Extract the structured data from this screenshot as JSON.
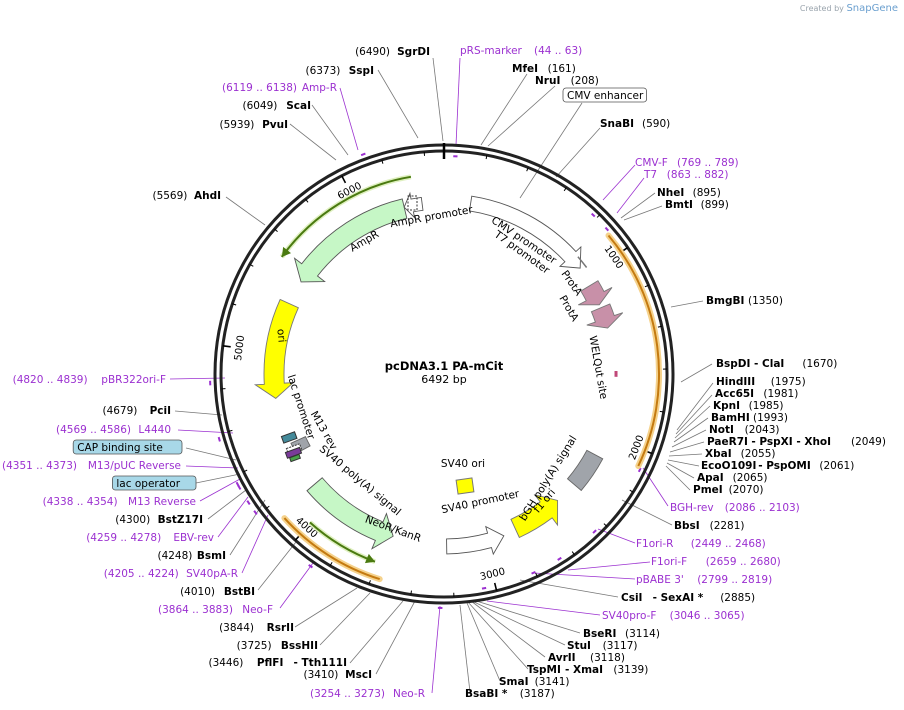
{
  "credit": {
    "prefix": "Created by",
    "brand": "SnapGene"
  },
  "plasmid": {
    "name": "pcDNA3.1 PA-mCit",
    "size": "6492 bp",
    "length": 6492
  },
  "ticks": [
    "1000",
    "2000",
    "3000",
    "4000",
    "5000",
    "6000"
  ],
  "sites": [
    {
      "pos": "(6490)",
      "name": "SgrDI"
    },
    {
      "range": "",
      "name": "pRS-marker",
      "primer": true,
      "r": "(44 .. 63)"
    },
    {
      "name": "MfeI",
      "pos": "(161)"
    },
    {
      "name": "NruI",
      "pos": "(208)"
    },
    {
      "name": "CMV enhancer",
      "boxed": true
    },
    {
      "name": "SnaBI",
      "pos": "(590)"
    },
    {
      "name": "CMV-F",
      "primer": true,
      "r": "(769 .. 789)"
    },
    {
      "name": "T7",
      "primer": true,
      "r": "(863 .. 882)"
    },
    {
      "name": "NheI",
      "pos": "(895)"
    },
    {
      "name": "BmtI",
      "pos": "(899)"
    },
    {
      "name": "BmgBI",
      "pos": "(1350)"
    },
    {
      "name": "BspDI",
      "name2": "- ClaI",
      "pos": "(1670)"
    },
    {
      "name": "HindIII",
      "pos": "(1975)"
    },
    {
      "name": "Acc65I",
      "pos": "(1981)"
    },
    {
      "name": "KpnI",
      "pos": "(1985)"
    },
    {
      "name": "BamHI",
      "pos": "(1993)"
    },
    {
      "name": "NotI",
      "pos": "(2043)"
    },
    {
      "name": "PaeR7I",
      "name2": "- PspXI - XhoI",
      "pos": "(2049)"
    },
    {
      "name": "XbaI",
      "pos": "(2055)"
    },
    {
      "name": "EcoO109I",
      "name2": "- PspOMI",
      "pos": "(2061)"
    },
    {
      "name": "ApaI",
      "pos": "(2065)"
    },
    {
      "name": "PmeI",
      "pos": "(2070)"
    },
    {
      "name": "BGH-rev",
      "primer": true,
      "r": "(2086 .. 2103)"
    },
    {
      "name": "BbsI",
      "pos": "(2281)"
    },
    {
      "name": "F1ori-R",
      "primer": true,
      "r": "(2449 .. 2468)"
    },
    {
      "name": "F1ori-F",
      "primer": true,
      "r": "(2659 .. 2680)"
    },
    {
      "name": "pBABE 3'",
      "primer": true,
      "r": "(2799 .. 2819)"
    },
    {
      "name": "CsiI",
      "name2": "- SexAI *",
      "pos": "(2885)"
    },
    {
      "name": "SV40pro-F",
      "primer": true,
      "r": "(3046 .. 3065)"
    },
    {
      "name": "BseRI",
      "pos": "(3114)"
    },
    {
      "name": "StuI",
      "pos": "(3117)"
    },
    {
      "name": "AvrII",
      "pos": "(3118)"
    },
    {
      "name": "TspMI",
      "name2": "- XmaI",
      "pos": "(3139)"
    },
    {
      "name": "SmaI",
      "pos": "(3141)"
    },
    {
      "name": "BsaBI *",
      "pos": "(3187)"
    },
    {
      "name": "Neo-R",
      "primer": true,
      "r": "(3254 .. 3273)"
    },
    {
      "name": "MscI",
      "pos": "(3410)"
    },
    {
      "name": "PflFI",
      "name2": "- Tth111I",
      "pos": "(3446)"
    },
    {
      "name": "BssHII",
      "pos": "(3725)"
    },
    {
      "name": "RsrII",
      "pos": "(3844)"
    },
    {
      "name": "Neo-F",
      "primer": true,
      "r": "(3864 .. 3883)"
    },
    {
      "name": "BstBI",
      "pos": "(4010)"
    },
    {
      "name": "SV40pA-R",
      "primer": true,
      "r": "(4205 .. 4224)"
    },
    {
      "name": "BsmI",
      "pos": "(4248)"
    },
    {
      "name": "EBV-rev",
      "primer": true,
      "r": "(4259 .. 4278)"
    },
    {
      "name": "BstZ17I",
      "pos": "(4300)"
    },
    {
      "name": "M13 Reverse",
      "primer": true,
      "r": "(4338 .. 4354)"
    },
    {
      "name": "lac operator",
      "boxed": true
    },
    {
      "name": "M13/pUC Reverse",
      "primer": true,
      "r": "(4351 .. 4373)"
    },
    {
      "name": "CAP binding site",
      "boxed": true
    },
    {
      "name": "L4440",
      "primer": true,
      "r": "(4569 .. 4586)"
    },
    {
      "name": "PciI",
      "pos": "(4679)"
    },
    {
      "name": "pBR322ori-F",
      "primer": true,
      "r": "(4820 .. 4839)"
    },
    {
      "name": "AhdI",
      "pos": "(5569)"
    },
    {
      "name": "PvuI",
      "pos": "(5939)"
    },
    {
      "name": "ScaI",
      "pos": "(6049)"
    },
    {
      "name": "Amp-R",
      "primer": true,
      "r": "(6119 .. 6138)"
    },
    {
      "name": "SspI",
      "pos": "(6373)"
    }
  ],
  "features": [
    {
      "name": "AmpR promoter"
    },
    {
      "name": "AmpR"
    },
    {
      "name": "ori"
    },
    {
      "name": "lac promoter"
    },
    {
      "name": "M13 rev"
    },
    {
      "name": "SV40 poly(A) signal"
    },
    {
      "name": "NeoR/KanR"
    },
    {
      "name": "SV40 ori"
    },
    {
      "name": "SV40 promoter"
    },
    {
      "name": "f1 ori"
    },
    {
      "name": "bGH poly(A) signal"
    },
    {
      "name": "WELQut site"
    },
    {
      "name": "ProtA"
    },
    {
      "name": "ProtA"
    },
    {
      "name": "T7 promoter"
    },
    {
      "name": "CMV promoter"
    }
  ],
  "colors": {
    "backbone": "#222222",
    "primer": "#9b30d0",
    "amp": "#c6f7c6",
    "ori": "#ffff00",
    "grey": "#a0a4aa",
    "prota": "#c890a8",
    "orange": "#f0b040",
    "olive": "#4a7a10",
    "boxed": "#a8d8e8"
  }
}
